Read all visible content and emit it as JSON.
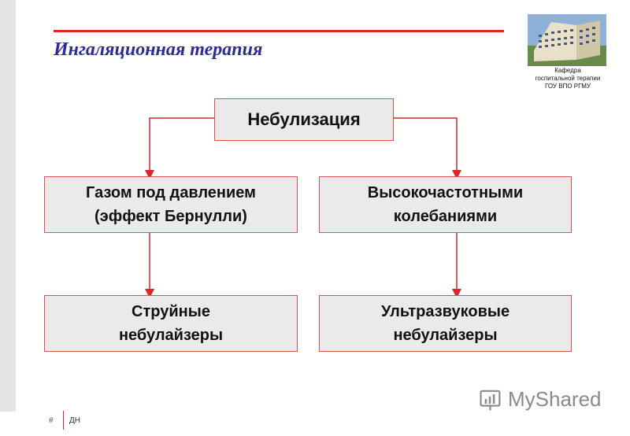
{
  "title": "Ингаляционная терапия",
  "department": [
    "Кафедра",
    "госпитальной терапии",
    "ГОУ ВПО РГМУ"
  ],
  "diagram": {
    "root": "Небулизация",
    "branches": [
      {
        "label": [
          "Газом под давлением",
          "(эффект Бернулли)"
        ],
        "child": [
          "Струйные",
          "небулайзеры"
        ]
      },
      {
        "label": [
          "Высокочастотными",
          "колебаниями"
        ],
        "child": [
          "Ультразвуковые",
          "небулайзеры"
        ]
      }
    ]
  },
  "footer": {
    "slide_number": "#",
    "author": "ДН"
  },
  "watermark": "MyShared",
  "colors": {
    "title": "#2b2b9a",
    "accent": "#d9262a",
    "box_fill": "#eaeaea",
    "box_border": "#e05050"
  }
}
